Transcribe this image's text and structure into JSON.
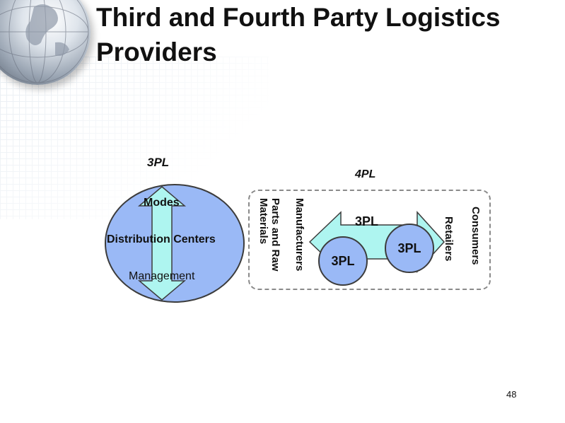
{
  "slide": {
    "title": "Third and Fourth Party Logistics Providers",
    "page_number": "48"
  },
  "diagram": {
    "label_3pl_top": "3PL",
    "label_4pl": "4PL",
    "circle_items": [
      "Modes",
      "Distribution Centers",
      "Management"
    ],
    "manufacturers": "Manufacturers",
    "parts_line1": "Parts and Raw",
    "parts_line2": "Materials",
    "consumers": "Consumers",
    "retailers": "Retailers",
    "arrow_3pl": "3PL",
    "circle_3pl_left": "3PL",
    "circle_3pl_right": "3PL"
  },
  "colors": {
    "shape_fill": "#9ab9f6",
    "arrow_fill": "#aef5f0",
    "outline": "#3c3c3c"
  }
}
